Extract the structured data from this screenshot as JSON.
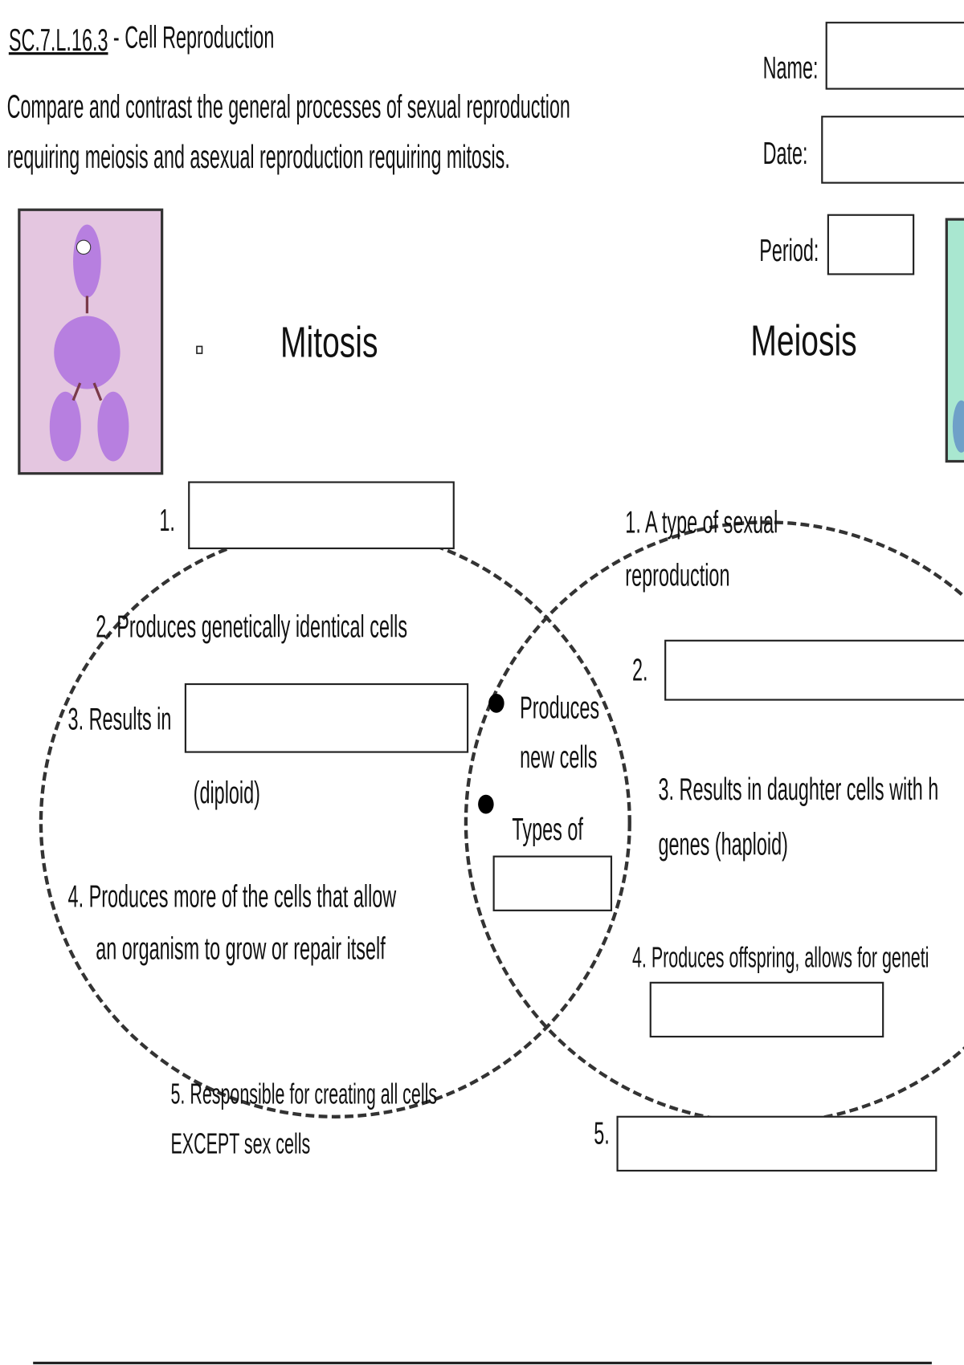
{
  "header": {
    "standard": "SC.7.L.16.3",
    "topic": "- Cell Reproduction",
    "objective_line1": "Compare and contrast the general processes of sexual reproduction",
    "objective_line2": "requiring meiosis and asexual reproduction requiring mitosis."
  },
  "student_fields": {
    "name_label": "Name:",
    "date_label": "Date:",
    "period_label": "Period:"
  },
  "venn": {
    "left_title": "Mitosis",
    "right_title": "Meiosis",
    "left_items": {
      "n1": "1.",
      "n2": "2. Produces genetically identical cells",
      "n3": "3.  Results in",
      "n3_note": "(diploid)",
      "n4_line1": "4.  Produces more of the cells that allow",
      "n4_line2": "an organism to grow or repair itself",
      "n5_line1": "5.  Responsible for creating all cells",
      "n5_line2": "EXCEPT sex cells"
    },
    "middle_items": {
      "b1_line1": "Produces",
      "b1_line2": "new cells",
      "b2": "Types of"
    },
    "right_items": {
      "n1_line1": "1.  A type of sexual",
      "n1_line2": "reproduction",
      "n2": "2.",
      "n3_line1": "3.  Results in daughter cells with h",
      "n3_line2": "genes (haploid)",
      "n4": "4.  Produces offspring, allows for geneti",
      "n5": "5."
    }
  },
  "colors": {
    "mitosis_image_bg": "#e4c6e0",
    "meiosis_image_bg": "#a9e7d0",
    "cell_purple": "#b77fe0"
  }
}
